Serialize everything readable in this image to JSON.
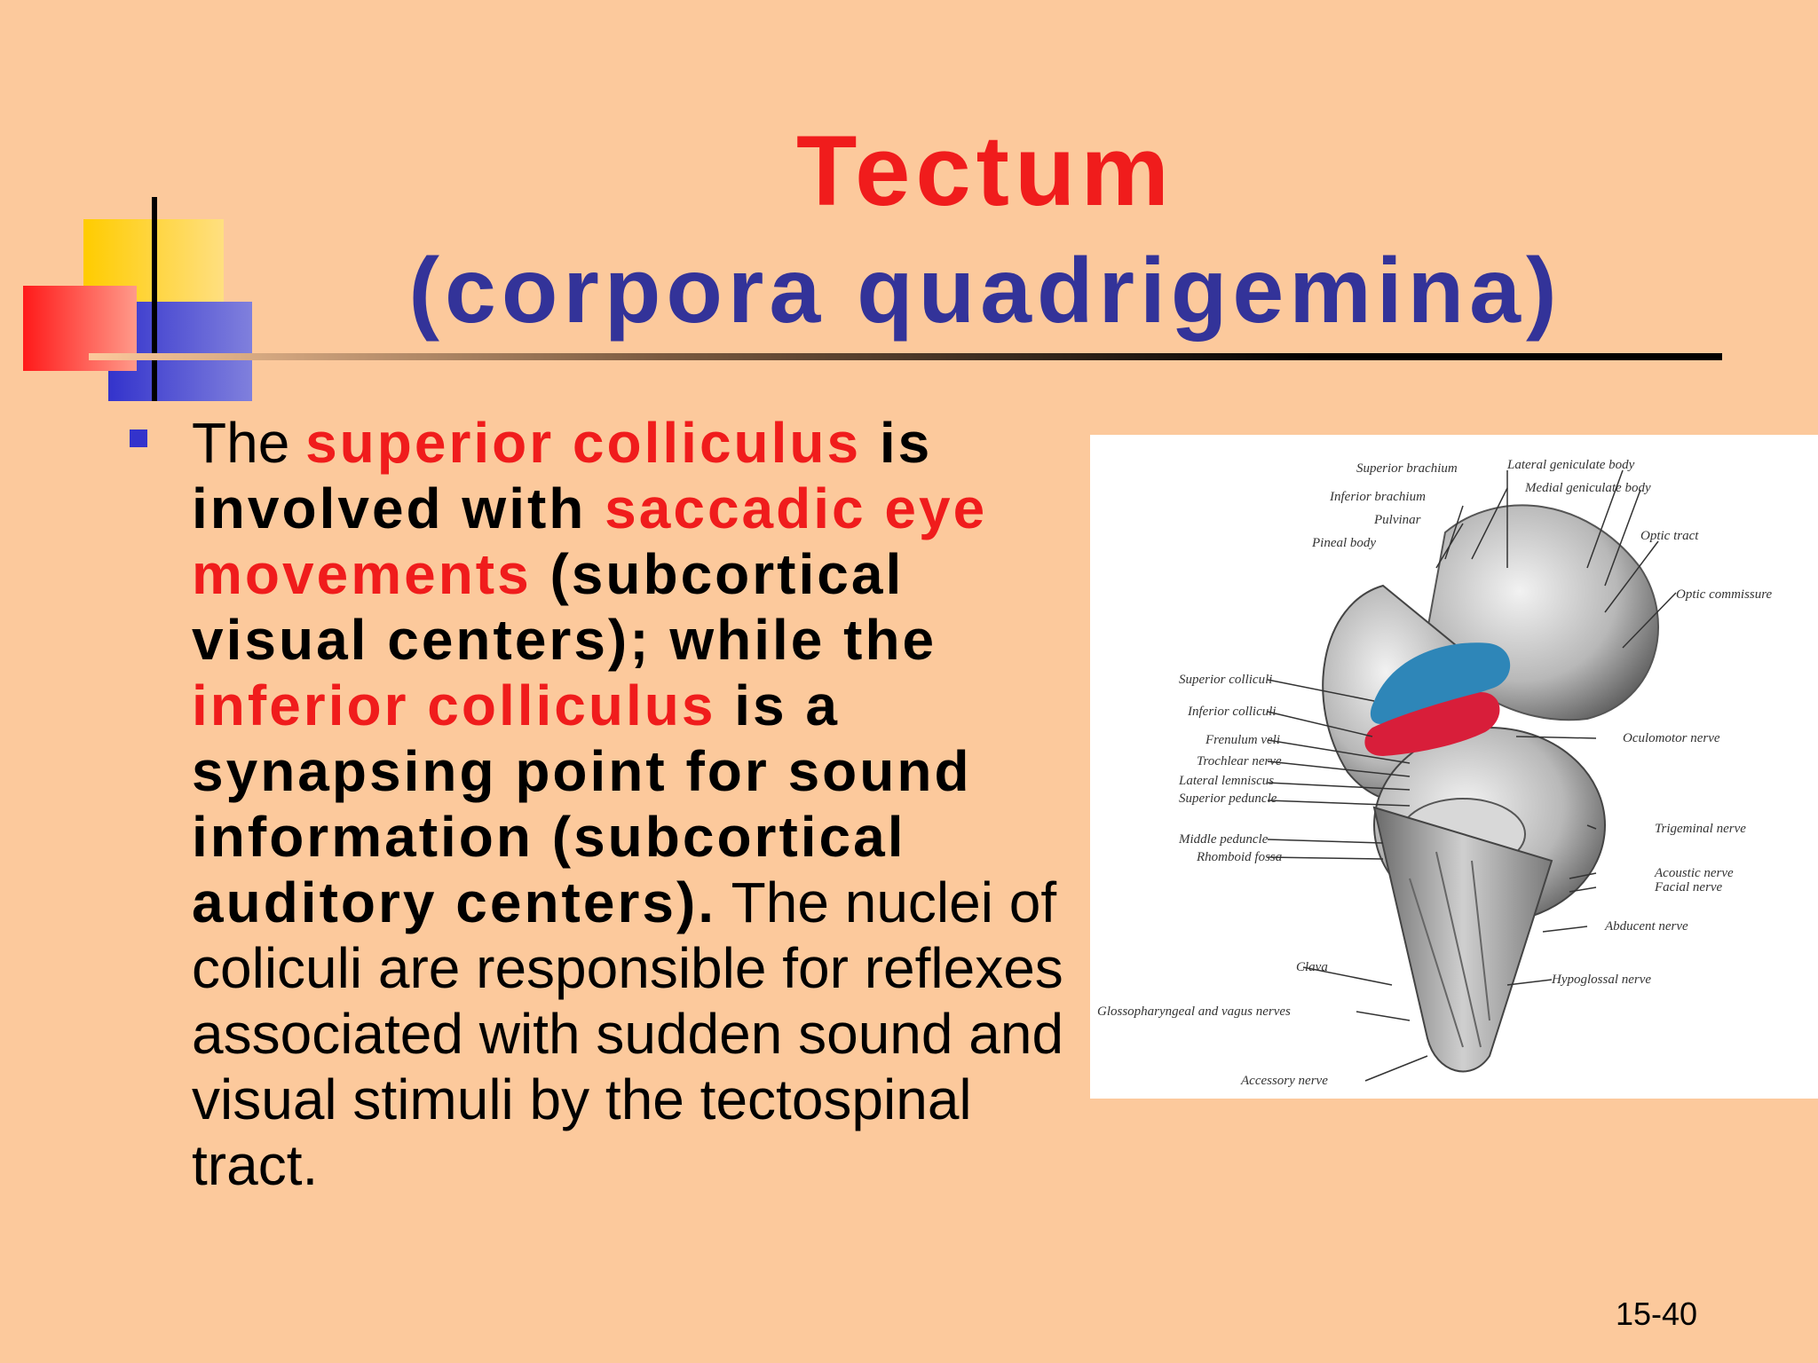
{
  "slide": {
    "title_line1": "Tectum",
    "title_line2": "(corpora quadrigemina)",
    "page_number": "15-40"
  },
  "body": {
    "seg1": "The ",
    "seg2": "superior colliculus",
    "seg3": " is involved with ",
    "seg4": "saccadic eye movements",
    "seg5": " (subcortical visual centers); while the ",
    "seg6": "inferior colliculus",
    "seg7": " is a synapsing point for sound information (subcortical auditory centers).",
    "seg8": " The nuclei of coliculi are responsible for reflexes associated with sudden sound and visual stimuli by the tectospinal tract."
  },
  "figure_labels": {
    "superior_brachium": "Superior brachium",
    "lateral_geniculate": "Lateral geniculate body",
    "medial_geniculate": "Medial geniculate body",
    "inferior_brachium": "Inferior brachium",
    "pulvinar": "Pulvinar",
    "pineal_body": "Pineal body",
    "optic_tract": "Optic tract",
    "optic_commissure": "Optic commissure",
    "superior_colliculus": "Superior colliculi",
    "inferior_colliculus": "Inferior colliculi",
    "frenulum_veli": "Frenulum veli",
    "trochlear_nerve": "Trochlear nerve",
    "lateral_lemniscus": "Lateral lemniscus",
    "superior_peduncle": "Superior peduncle",
    "oculomotor_nerve": "Oculomotor nerve",
    "middle_peduncle": "Middle peduncle",
    "rhomboid_fossa": "Rhomboid fossa",
    "trigeminal_nerve": "Trigeminal nerve",
    "acoustic_nerve": "Acoustic nerve",
    "facial_nerve": "Facial nerve",
    "abducent_nerve": "Abducent nerve",
    "clava": "Clava",
    "hypoglossal_nerve": "Hypoglossal nerve",
    "glossopharyngeal": "Glossopharyngeal and vagus nerves",
    "accessory_nerve": "Accessory nerve"
  },
  "colors": {
    "background": "#FCC99C",
    "title_red": "#F01C1C",
    "title_blue": "#333399",
    "bullet": "#3333CC",
    "superior_colliculus_blue": "#2E86B8",
    "inferior_colliculus_red": "#D81E3A"
  }
}
